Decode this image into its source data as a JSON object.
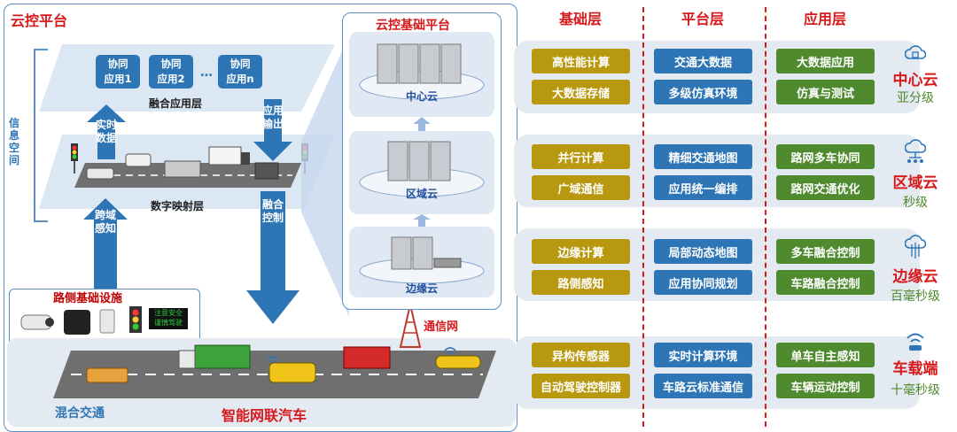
{
  "left": {
    "title": "云控平台",
    "info_space": "信息空间",
    "apps": [
      "协同\n应用1",
      "协同\n应用2",
      "协同\n应用n"
    ],
    "ellipsis": "…",
    "fusion_app_layer": "融合应用层",
    "digital_layer": "数字映射层",
    "arrow_realtime": "实时\n数据",
    "arrow_app_output": "应用\n输出",
    "arrow_cross_domain": "跨域\n感知",
    "arrow_fusion_control": "融合\n控制",
    "roadside": "路侧基础设施",
    "sign_text": "注意安全\n谨慎驾驶",
    "comm_net": "通信网",
    "mixed_traffic": "混合交通",
    "icv": "智能网联汽车"
  },
  "center": {
    "title": "云控基础平台",
    "clouds": [
      "中心云",
      "区域云",
      "边缘云"
    ]
  },
  "right": {
    "headers": [
      "基础层",
      "平台层",
      "应用层"
    ],
    "rows": [
      {
        "cloud": "中心云",
        "sub": "亚分级",
        "base": [
          "高性能计算",
          "大数据存储"
        ],
        "platform": [
          "交通大数据",
          "多级仿真环境"
        ],
        "app": [
          "大数据应用",
          "仿真与测试"
        ]
      },
      {
        "cloud": "区域云",
        "sub": "秒级",
        "base": [
          "并行计算",
          "广域通信"
        ],
        "platform": [
          "精细交通地图",
          "应用统一编排"
        ],
        "app": [
          "路网多车协同",
          "路网交通优化"
        ]
      },
      {
        "cloud": "边缘云",
        "sub": "百毫秒级",
        "base": [
          "边缘计算",
          "路侧感知"
        ],
        "platform": [
          "局部动态地图",
          "应用协同规划"
        ],
        "app": [
          "多车融合控制",
          "车路融合控制"
        ]
      },
      {
        "cloud": "车载端",
        "sub": "十毫秒级",
        "base": [
          "异构传感器",
          "自动驾驶控制器"
        ],
        "platform": [
          "实时计算环境",
          "车路云标准通信"
        ],
        "app": [
          "单车自主感知",
          "车辆运动控制"
        ]
      }
    ]
  },
  "colors": {
    "red": "#d7191c",
    "gold": "#b8980e",
    "blue": "#2e75b6",
    "green": "#4f8a2e"
  },
  "icons": [
    "server-icon",
    "cloud-network-icon",
    "edge-cloud-icon",
    "wifi-icon",
    "traffic-light-icon",
    "camera-icon",
    "antenna-tower-icon"
  ]
}
